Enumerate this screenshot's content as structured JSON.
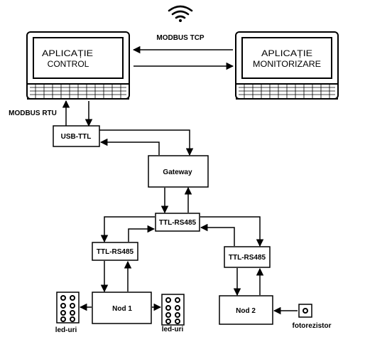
{
  "edge_labels": {
    "modbus_tcp": "MODBUS TCP",
    "modbus_rtu": "MODBUS RTU"
  },
  "laptops": {
    "control": {
      "line1": "APLICAȚIE",
      "line2": "CONTROL"
    },
    "monitor": {
      "line1": "APLICAȚIE",
      "line2": "MONITORIZARE"
    }
  },
  "boxes": {
    "usb_ttl": "USB-TTL",
    "gateway": "Gateway",
    "ttl_rs485_main": "TTL-RS485",
    "ttl_rs485_left": "TTL-RS485",
    "ttl_rs485_right": "TTL-RS485",
    "node1": "Nod 1",
    "node2": "Nod 2"
  },
  "peripherals": {
    "leds_left": "led-uri",
    "leds_right": "led-uri",
    "photoresistor": "fotorezistor"
  },
  "icons": {
    "wifi": "wifi-icon",
    "laptop": "laptop-icon",
    "led_panel": "led-panel-icon",
    "photoresistor": "photoresistor-icon"
  },
  "colors": {
    "stroke": "#000000",
    "background": "#ffffff"
  }
}
